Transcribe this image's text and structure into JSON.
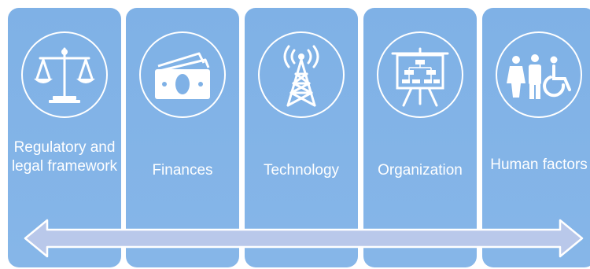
{
  "panels": [
    {
      "label": "Regulatory and legal framework",
      "icon": "scales-icon"
    },
    {
      "label": "Finances",
      "icon": "money-icon"
    },
    {
      "label": "Technology",
      "icon": "antenna-tower-icon"
    },
    {
      "label": "Organization",
      "icon": "org-chart-easel-icon"
    },
    {
      "label": "Human factors",
      "icon": "people-accessibility-icon"
    }
  ],
  "colors": {
    "panel": "#7fb1e6",
    "arrow_fill": "#b9c8ea",
    "arrow_stroke": "#ffffff",
    "icon": "#ffffff"
  }
}
